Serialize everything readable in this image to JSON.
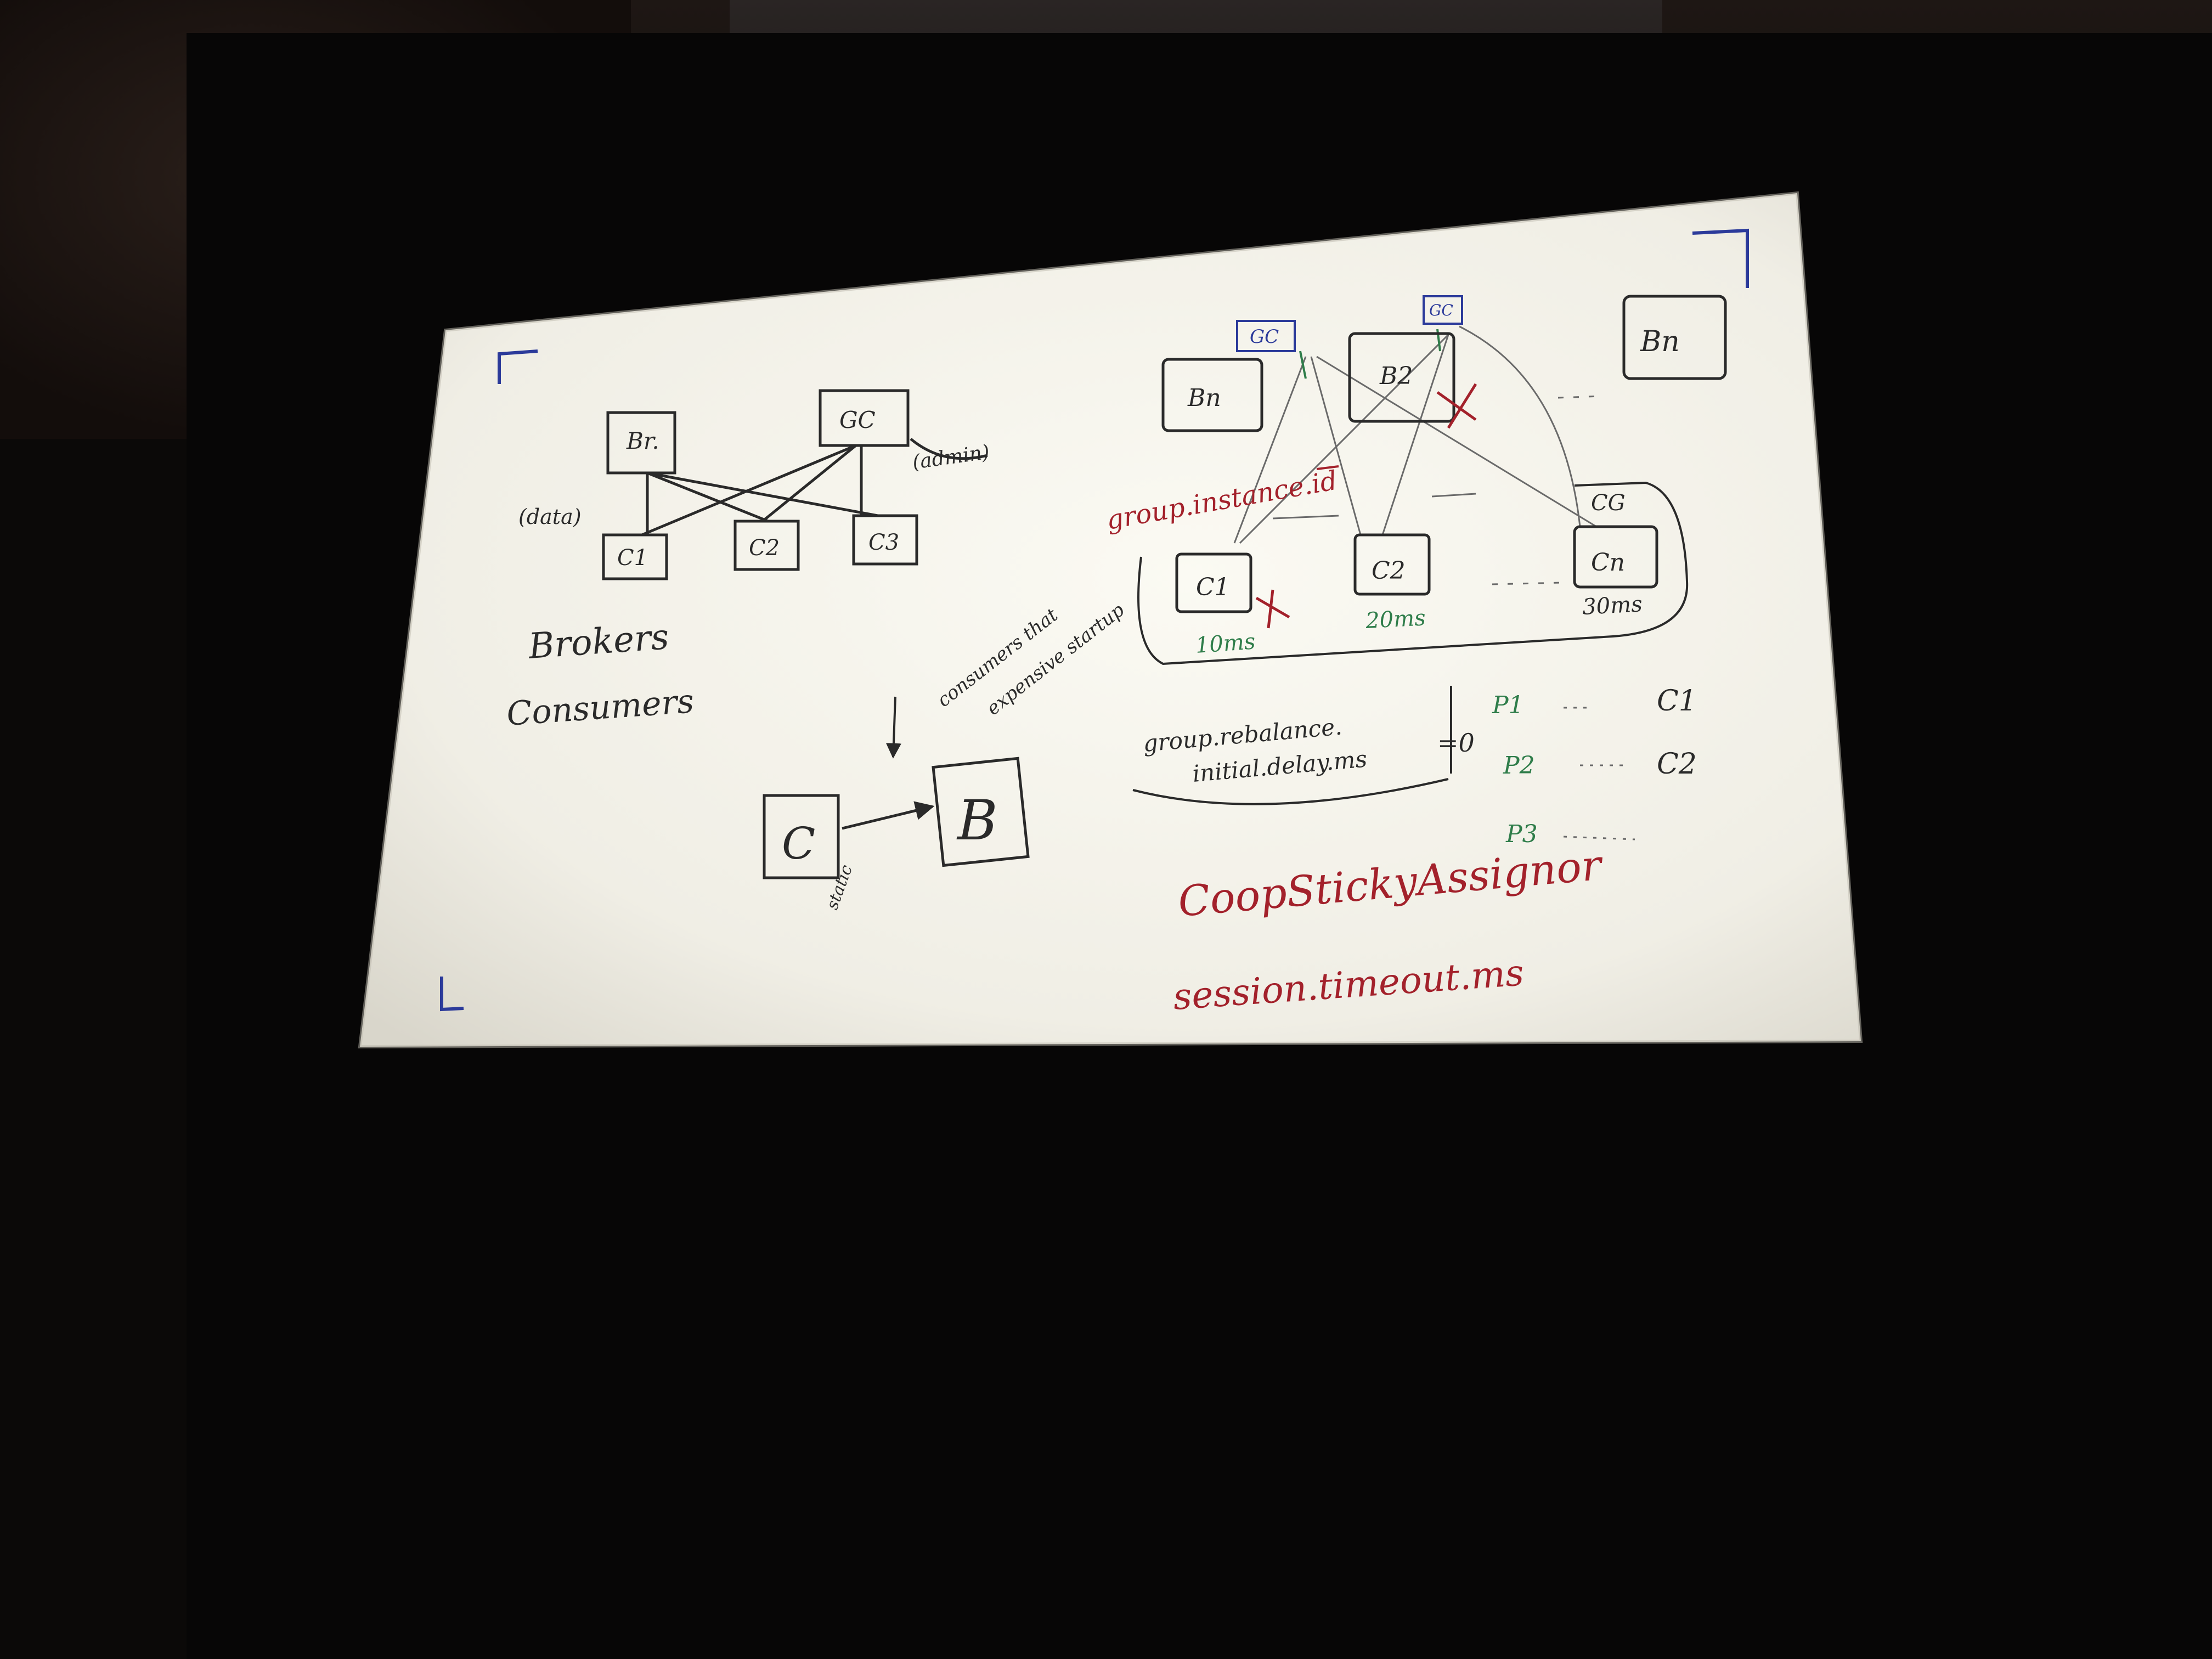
{
  "colors": {
    "ink_black": "#2a2a2a",
    "ink_red": "#a3212b",
    "ink_green": "#2f7d4a",
    "ink_blue": "#2b3a9a",
    "screen_white": "#f3f1ea"
  },
  "left_diagram": {
    "broker": "Br.",
    "group_coordinator": "GC",
    "consumers": [
      "C1",
      "C2",
      "C3"
    ],
    "data_label": "(data)",
    "admin_label": "(admin)"
  },
  "notes": {
    "brokers": "Brokers",
    "consumers": "Consumers",
    "direct_c": "C",
    "direct_b": "B",
    "direct_label": "static",
    "rotated_note_1": "consumers that",
    "rotated_note_2": "expensive startup"
  },
  "right_diagram": {
    "gc_tag_1": "GC",
    "gc_tag_2": "GC",
    "brokers": [
      "Bn",
      "B2",
      "Bn"
    ],
    "consumers": [
      "C1",
      "C2",
      "Cn"
    ],
    "cg_label": "CG",
    "timings": [
      "10ms",
      "20ms",
      "30ms"
    ],
    "instance_id": "group.instance.id",
    "rebalance_line1": "group.rebalance.",
    "rebalance_line2": "initial.delay.ms",
    "rebalance_value": "=0",
    "partitions": [
      "P1",
      "P2",
      "P3"
    ],
    "partition_consumers": [
      "C1",
      "C2"
    ],
    "assignor": "CoopStickyAssignor",
    "session_timeout": "session.timeout.ms"
  }
}
